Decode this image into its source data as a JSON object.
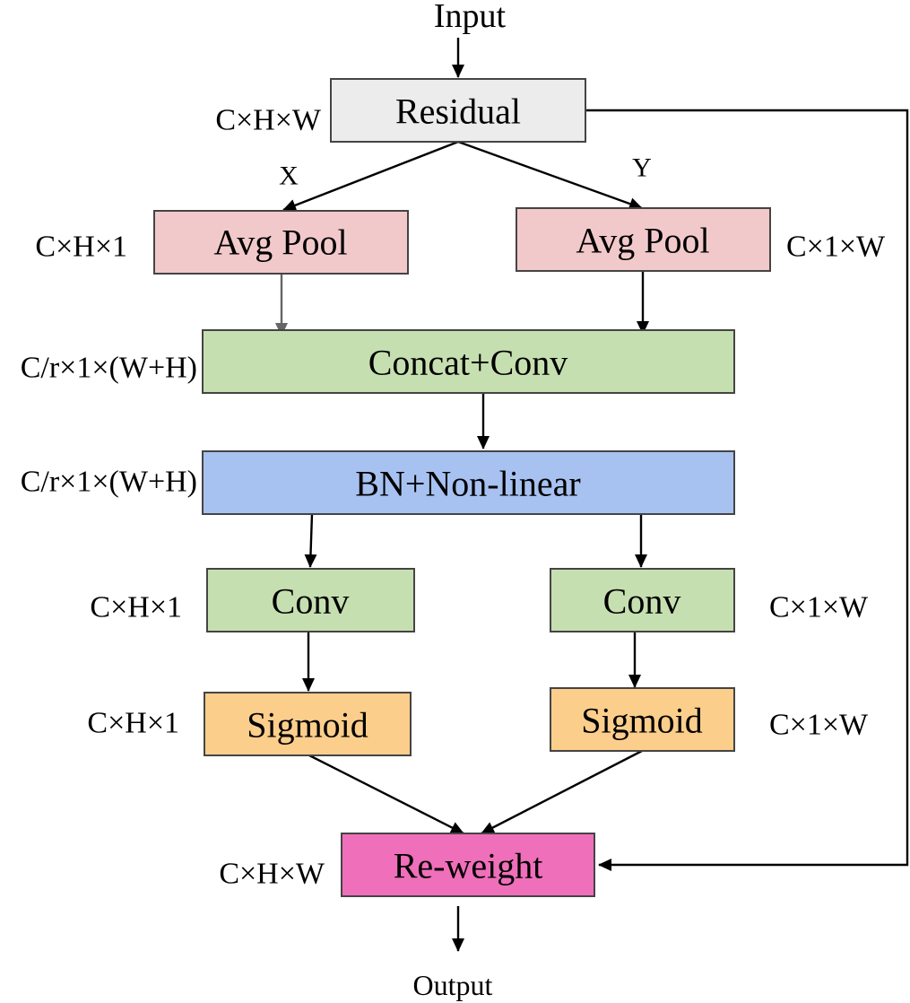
{
  "io": {
    "input": "Input",
    "output": "Output"
  },
  "branches": {
    "x": "X",
    "y": "Y"
  },
  "colors": {
    "residual": "#ececec",
    "avg_pool": "#f2c9cb",
    "conv": "#c6dfb0",
    "bn": "#a7c2f0",
    "sigmoid": "#fcce8c",
    "reweight": "#ef6fba"
  },
  "nodes": {
    "residual": "Residual",
    "avg_pool_x": "Avg Pool",
    "avg_pool_y": "Avg Pool",
    "concat_conv": "Concat+Conv",
    "bn_nonlinear": "BN+Non-linear",
    "conv_left": "Conv",
    "conv_right": "Conv",
    "sigmoid_left": "Sigmoid",
    "sigmoid_right": "Sigmoid",
    "reweight": "Re-weight"
  },
  "dims": {
    "residual": "C×H×W",
    "avg_pool_x": "C×H×1",
    "avg_pool_y": "C×1×W",
    "concat_conv": "C/r×1×(W+H)",
    "bn_nonlinear": "C/r×1×(W+H)",
    "conv_left": "C×H×1",
    "conv_right": "C×1×W",
    "sigmoid_left": "C×H×1",
    "sigmoid_right": "C×1×W",
    "reweight": "C×H×W"
  }
}
